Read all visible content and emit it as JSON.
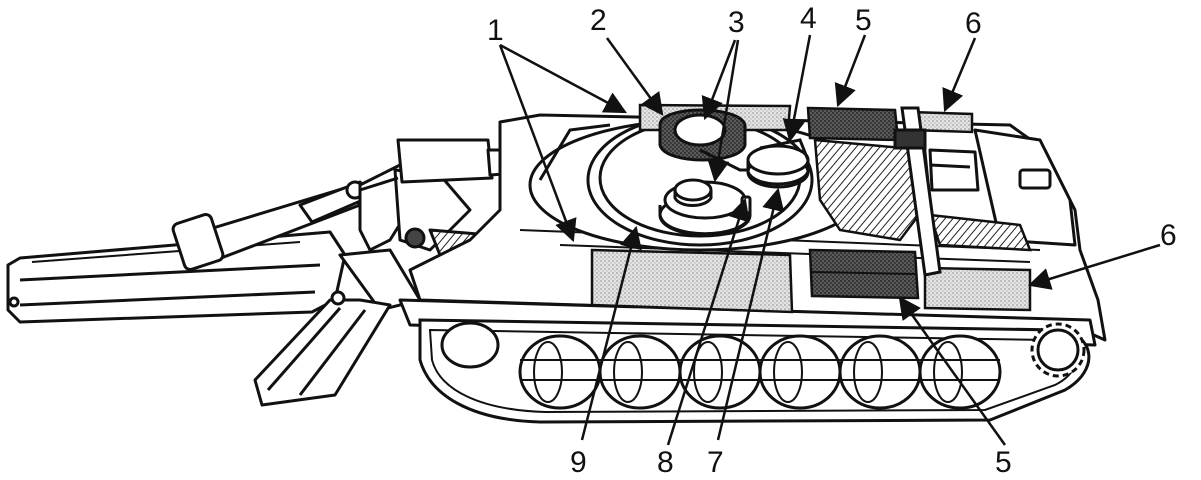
{
  "figure": {
    "callouts": [
      {
        "id": "c1",
        "text": "1"
      },
      {
        "id": "c2",
        "text": "2"
      },
      {
        "id": "c3",
        "text": "3"
      },
      {
        "id": "c4",
        "text": "4"
      },
      {
        "id": "c5a",
        "text": "5"
      },
      {
        "id": "c6a",
        "text": "6"
      },
      {
        "id": "c6b",
        "text": "6"
      },
      {
        "id": "c5b",
        "text": "5"
      },
      {
        "id": "c7",
        "text": "7"
      },
      {
        "id": "c8",
        "text": "8"
      },
      {
        "id": "c9",
        "text": "9"
      }
    ],
    "colors": {
      "ink": "#111111",
      "light_hatch": "#c9c9c9",
      "dark_hatch": "#3a3a3a",
      "paper": "#ffffff"
    }
  }
}
